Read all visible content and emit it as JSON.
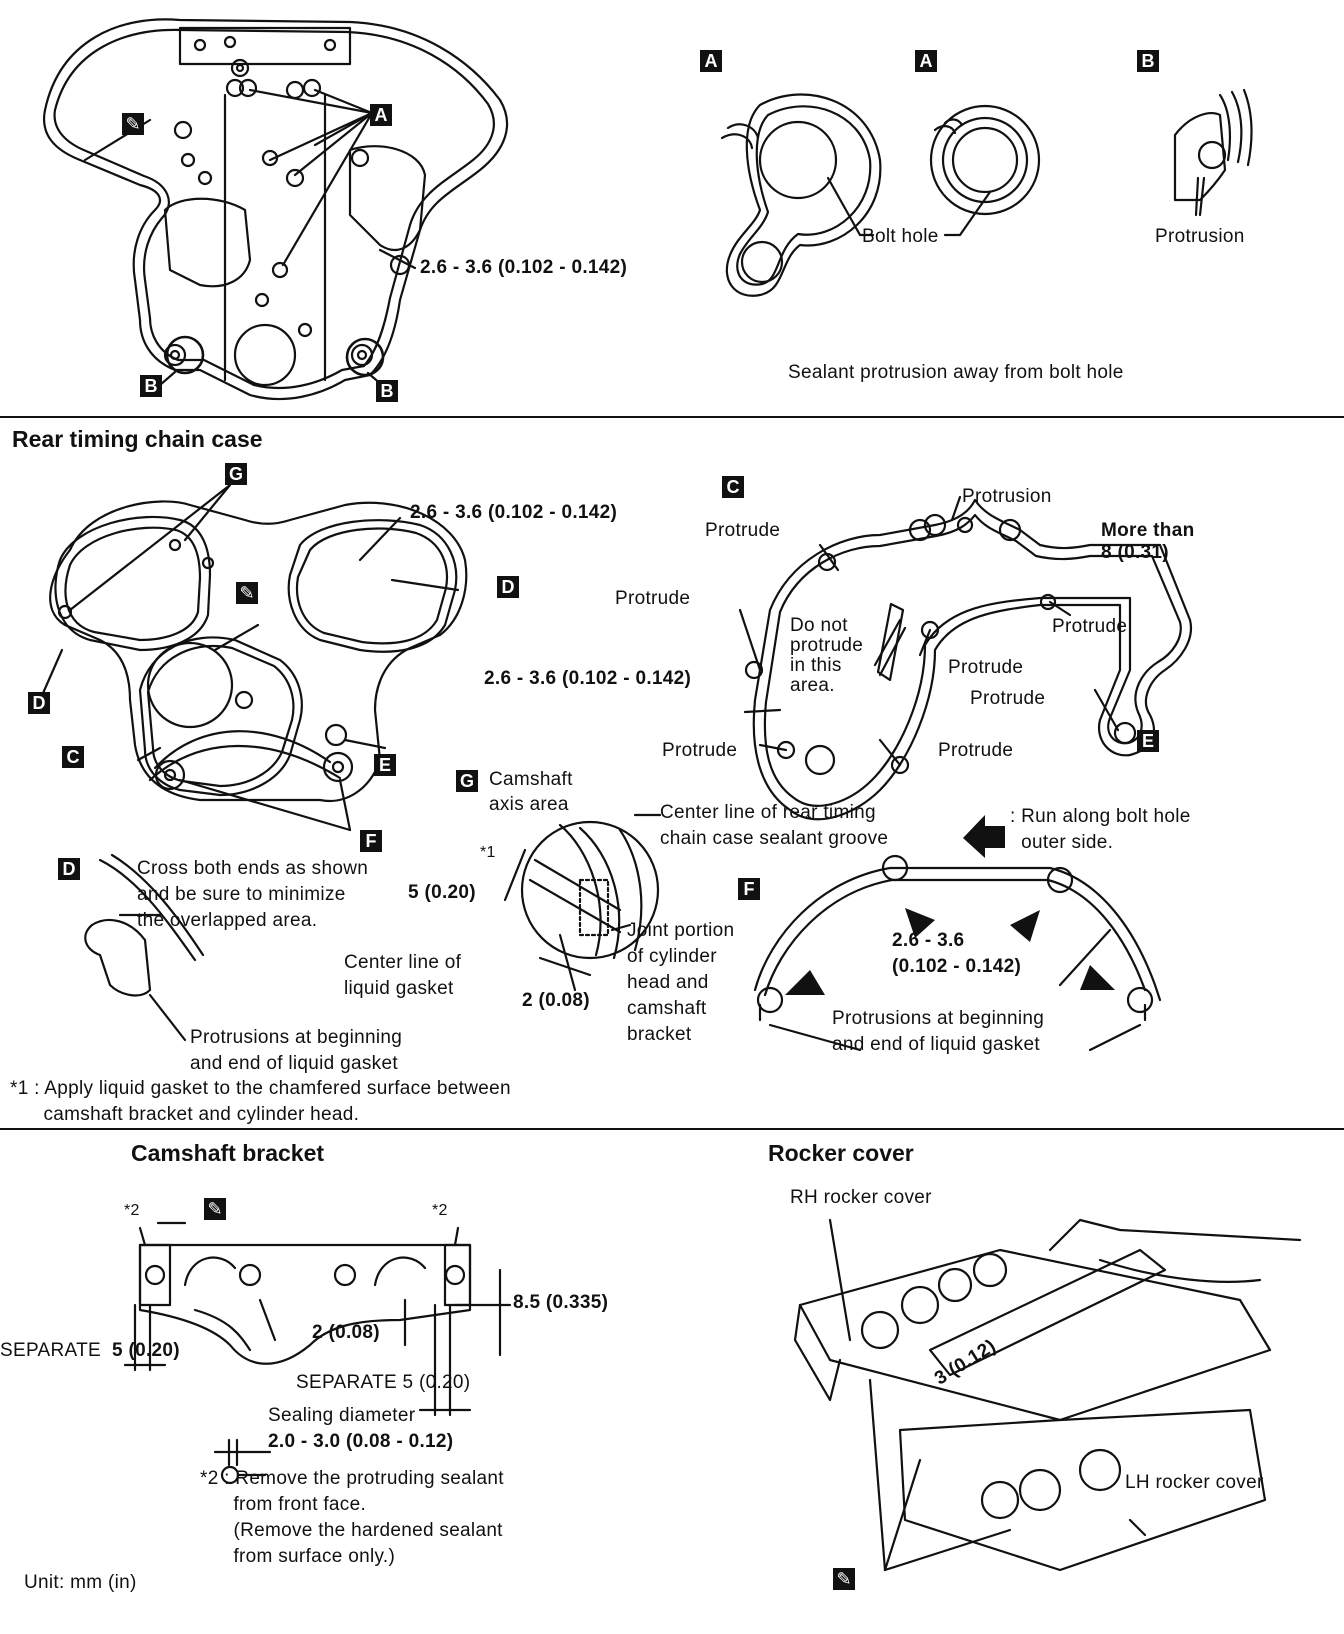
{
  "front": {
    "dim": "2.6 - 3.6 (0.102 - 0.142)",
    "detail_a_label": "A",
    "detail_b_label": "B",
    "bolt_hole": "Bolt hole",
    "protrusion": "Protrusion",
    "note": "Sealant protrusion away from bolt hole"
  },
  "rear": {
    "title": "Rear timing chain case",
    "dim_top": "2.6 - 3.6 (0.102 - 0.142)",
    "labels": {
      "c": "C",
      "d": "D",
      "e": "E",
      "f": "F",
      "g": "G"
    },
    "c_detail": {
      "protrusion": "Protrusion",
      "protrude": "Protrude",
      "more_than_line1": "More than",
      "more_than_line2": "8 (0.31)",
      "do_not": "Do not\nprotrude\nin this\narea.",
      "dim": "2.6 - 3.6 (0.102 - 0.142)"
    },
    "g_detail": {
      "title_line1": "Camshaft",
      "title_line2": "axis area",
      "star1": "*1",
      "dim_5": "5 (0.20)",
      "dim_2": "2 (0.08)",
      "center_groove": "Center line of rear timing\nchain case sealant groove",
      "center_gasket": "Center line of\nliquid gasket",
      "joint": "Joint portion\nof cylinder\nhead and\ncamshaft\nbracket"
    },
    "d_detail": {
      "text": "Cross both ends as shown\nand be sure to minimize\nthe overlapped area.",
      "protrusions": "Protrusions at beginning\nand end of liquid gasket"
    },
    "arrow_note": ": Run along bolt hole\n  outer side.",
    "f_detail": {
      "dim": "2.6 - 3.6\n(0.102 - 0.142)",
      "protrusions": "Protrusions at beginning\nand end of liquid gasket"
    },
    "footnote": "*1 : Apply liquid gasket to the chamfered surface between\n      camshaft bracket and cylinder head."
  },
  "camshaft": {
    "title": "Camshaft bracket",
    "star2": "*2",
    "dim_85": "8.5 (0.335)",
    "dim_2": "2 (0.08)",
    "separate": "SEPARATE",
    "sep_val": "5 (0.20)",
    "separate2": "SEPARATE  5 (0.20)",
    "seal_label": "Sealing diameter",
    "seal_val": "2.0 - 3.0 (0.08 - 0.12)",
    "note2": "*2 : Remove the protruding sealant\n      from front face.\n      (Remove the hardened sealant\n      from surface only.)",
    "unit": "Unit: mm (in)"
  },
  "rocker": {
    "title": "Rocker cover",
    "rh": "RH rocker cover",
    "lh": "LH rocker cover",
    "dim": "3 (0.12)"
  }
}
